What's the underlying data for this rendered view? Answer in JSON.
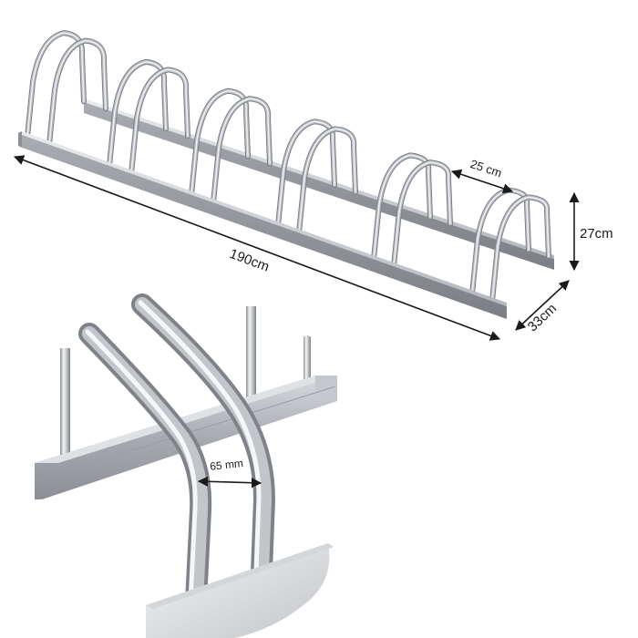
{
  "dimensions": {
    "length": "190cm",
    "height": "27cm",
    "depth": "33cm",
    "slot_spacing": "25 cm",
    "tube_gap": "65 mm"
  },
  "colors": {
    "steel_light": "#eef0f2",
    "steel_mid": "#b9bdc2",
    "steel_dark": "#7d8187",
    "arrow": "#1a1a1a"
  }
}
